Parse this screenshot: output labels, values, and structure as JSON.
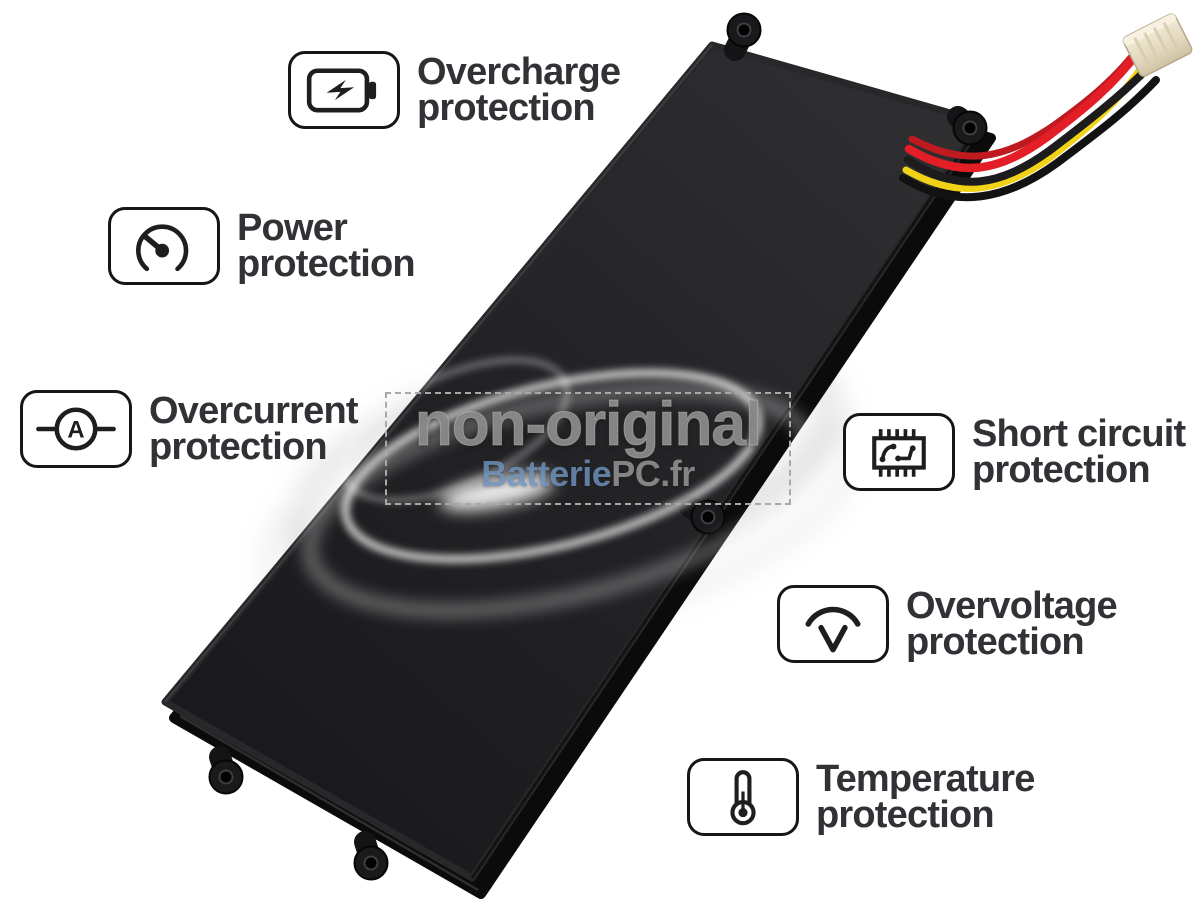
{
  "watermark": {
    "text": "non-original",
    "site_part1": "Batterie",
    "site_part2": "PC.fr"
  },
  "ammeter": {
    "letter": "A"
  },
  "features": [
    {
      "id": "overcharge",
      "icon": "battery-charge-icon",
      "line1": "Overcharge",
      "line2": "protection"
    },
    {
      "id": "power",
      "icon": "power-gauge-icon",
      "line1": "Power",
      "line2": "protection"
    },
    {
      "id": "overcurrent",
      "icon": "ammeter-icon",
      "line1": "Overcurrent",
      "line2": "protection"
    },
    {
      "id": "shortcircuit",
      "icon": "circuit-chip-icon",
      "line1": "Short circuit",
      "line2": "protection"
    },
    {
      "id": "overvoltage",
      "icon": "voltage-icon",
      "line1": "Overvoltage",
      "line2": "protection"
    },
    {
      "id": "temperature",
      "icon": "thermometer-icon",
      "line1": "Temperature",
      "line2": "protection"
    }
  ],
  "colors": {
    "label_text": "#323236",
    "battery_body": "#232326",
    "wire_red": "#e41e26",
    "wire_yellow": "#f0d316",
    "wire_black": "#151515",
    "connector_cream": "#e8dfc8",
    "watermark_gray": "#8c8c8c",
    "watermark_blue": "#6e92bd"
  }
}
